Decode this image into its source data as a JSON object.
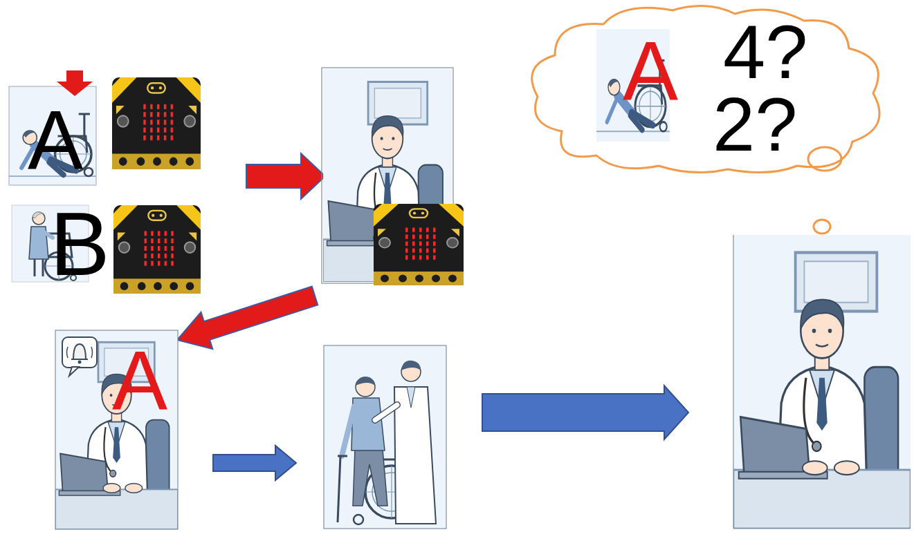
{
  "diagram": {
    "nodes": [
      {
        "text": [
          "A"
        ]
      },
      {
        "text": [
          "B"
        ]
      },
      {
        "text": [
          "4?",
          "2?"
        ]
      },
      {
        "text": [
          "A"
        ],
        "in": 2
      },
      {
        "text": [
          "A"
        ]
      }
    ]
  }
}
